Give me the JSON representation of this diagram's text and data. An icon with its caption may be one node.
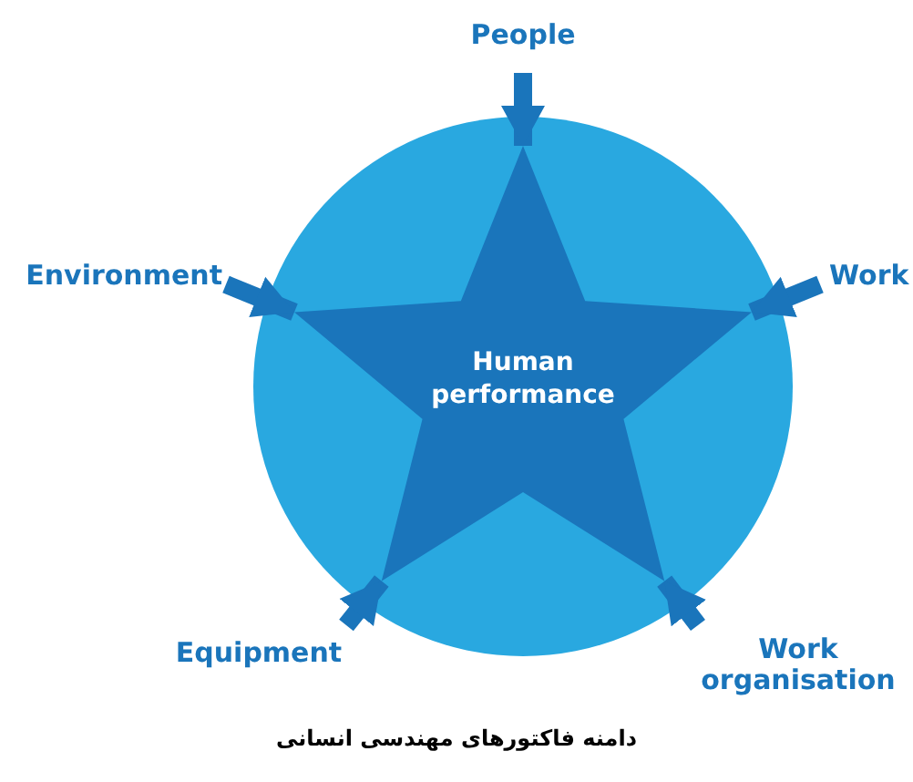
{
  "diagram": {
    "caption": "دامنه فاکتورهای مهندسی انسانی",
    "nodes": [
      {
        "text": [],
        "shape": "circle"
      },
      {
        "text": [
          "Human performance"
        ],
        "in": 0
      },
      {
        "text": [
          "People"
        ]
      },
      {
        "text": [
          "Work"
        ]
      },
      {
        "text": [
          "Work organisation"
        ]
      },
      {
        "text": [
          "Equipment"
        ]
      },
      {
        "text": [
          "Environment"
        ]
      }
    ],
    "edges": [
      {
        "from": 2,
        "to": 1,
        "arrow": "to"
      },
      {
        "from": 3,
        "to": 1,
        "arrow": "to"
      },
      {
        "from": 4,
        "to": 1,
        "arrow": "to"
      },
      {
        "from": 5,
        "to": 1,
        "arrow": "to"
      },
      {
        "from": 6,
        "to": 1,
        "arrow": "to"
      }
    ]
  }
}
